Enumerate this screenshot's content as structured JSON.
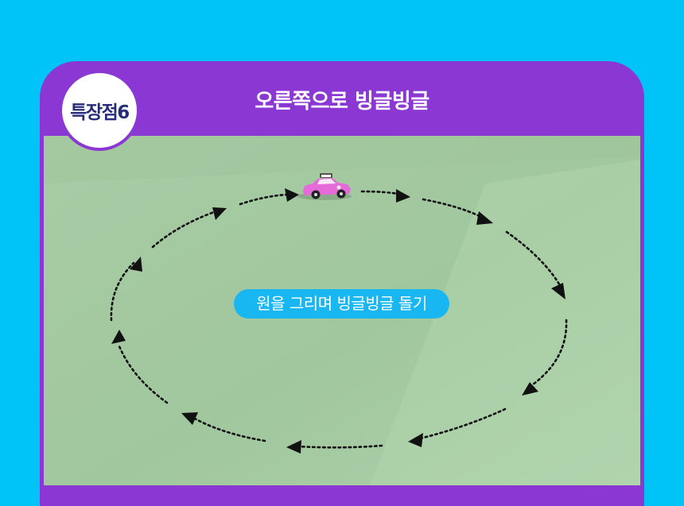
{
  "badge": {
    "label": "특장점6"
  },
  "header": {
    "title": "오른쪽으로 빙글빙글"
  },
  "caption": {
    "text": "원을 그리며 빙글빙글 돌기"
  },
  "colors": {
    "background": "#00c3f8",
    "card": "#8b37d3",
    "badge_text": "#262d78",
    "caption_pill": "#19b7f2",
    "floor": "#a3c9a0",
    "car": "#e56bd9"
  },
  "icons": {
    "path": "clockwise-dotted-circle-arrows",
    "toy": "toy-car"
  }
}
